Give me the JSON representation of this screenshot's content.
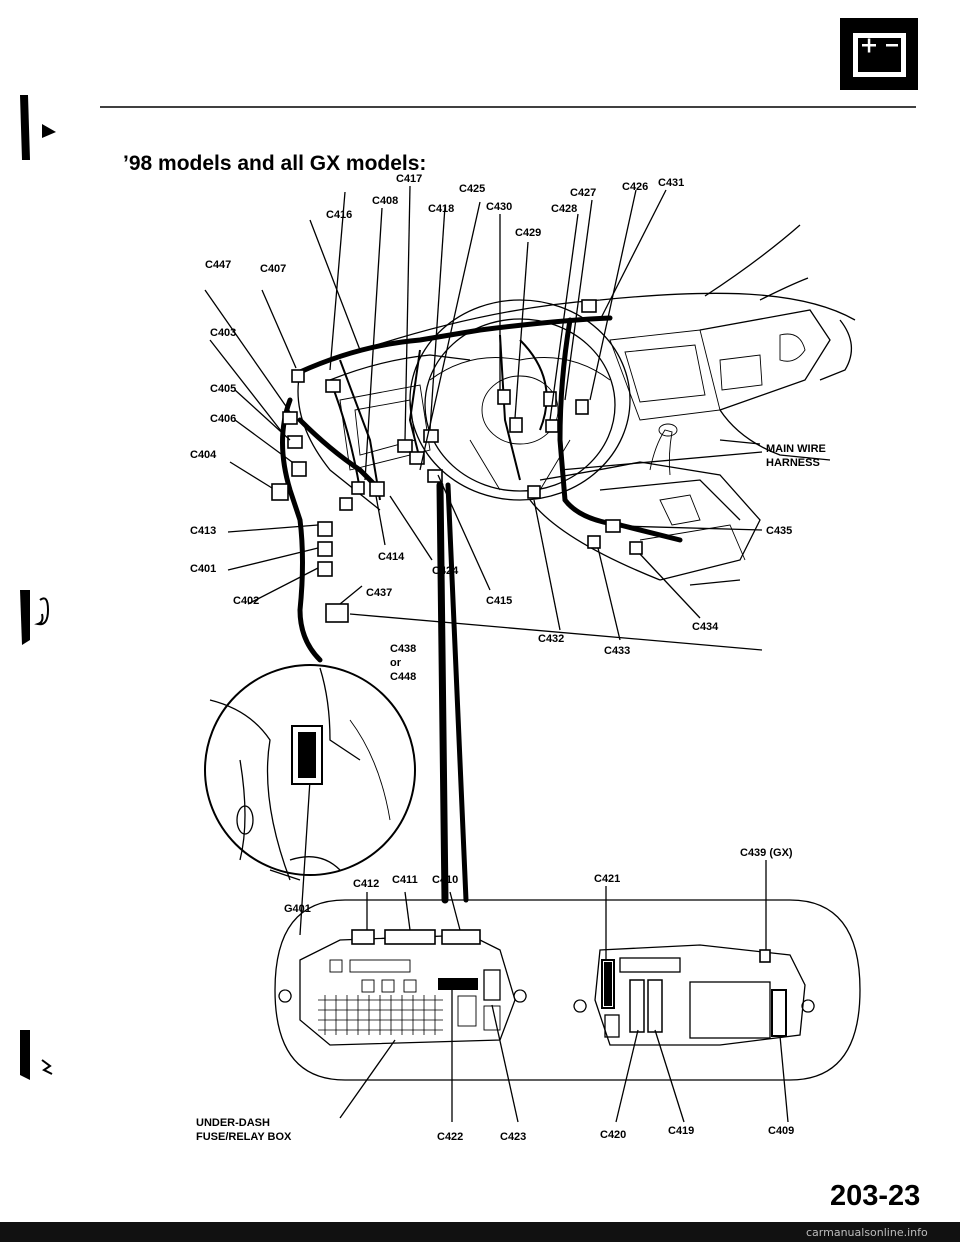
{
  "header": {
    "title": "’98 models and all GX models:",
    "battery_icon": "battery-icon"
  },
  "labels": {
    "c417": "C417",
    "c408": "C408",
    "c416": "C416",
    "c425": "C425",
    "c418": "C418",
    "c430": "C430",
    "c429": "C429",
    "c427": "C427",
    "c428": "C428",
    "c426": "C426",
    "c431": "C431",
    "c447": "C447",
    "c407": "C407",
    "c403": "C403",
    "c405": "C405",
    "c406": "C406",
    "c404": "C404",
    "main_wire_1": "MAIN WIRE",
    "main_wire_2": "HARNESS",
    "c413": "C413",
    "c435": "C435",
    "c401": "C401",
    "c414": "C414",
    "c424": "C424",
    "c402": "C402",
    "c437": "C437",
    "c415": "C415",
    "c434": "C434",
    "c432": "C432",
    "c433": "C433",
    "c438": "C438",
    "or": "or",
    "c448": "C448",
    "c439": "C439 (GX)",
    "c412": "C412",
    "c411": "C411",
    "c410": "C410",
    "c421": "C421",
    "g401": "G401",
    "fuse_1": "UNDER-DASH",
    "fuse_2": "FUSE/RELAY BOX",
    "c422": "C422",
    "c423": "C423",
    "c420": "C420",
    "c419": "C419",
    "c409": "C409"
  },
  "footer": {
    "page_number": "203-23",
    "watermark": "carmanualsonline.info"
  }
}
